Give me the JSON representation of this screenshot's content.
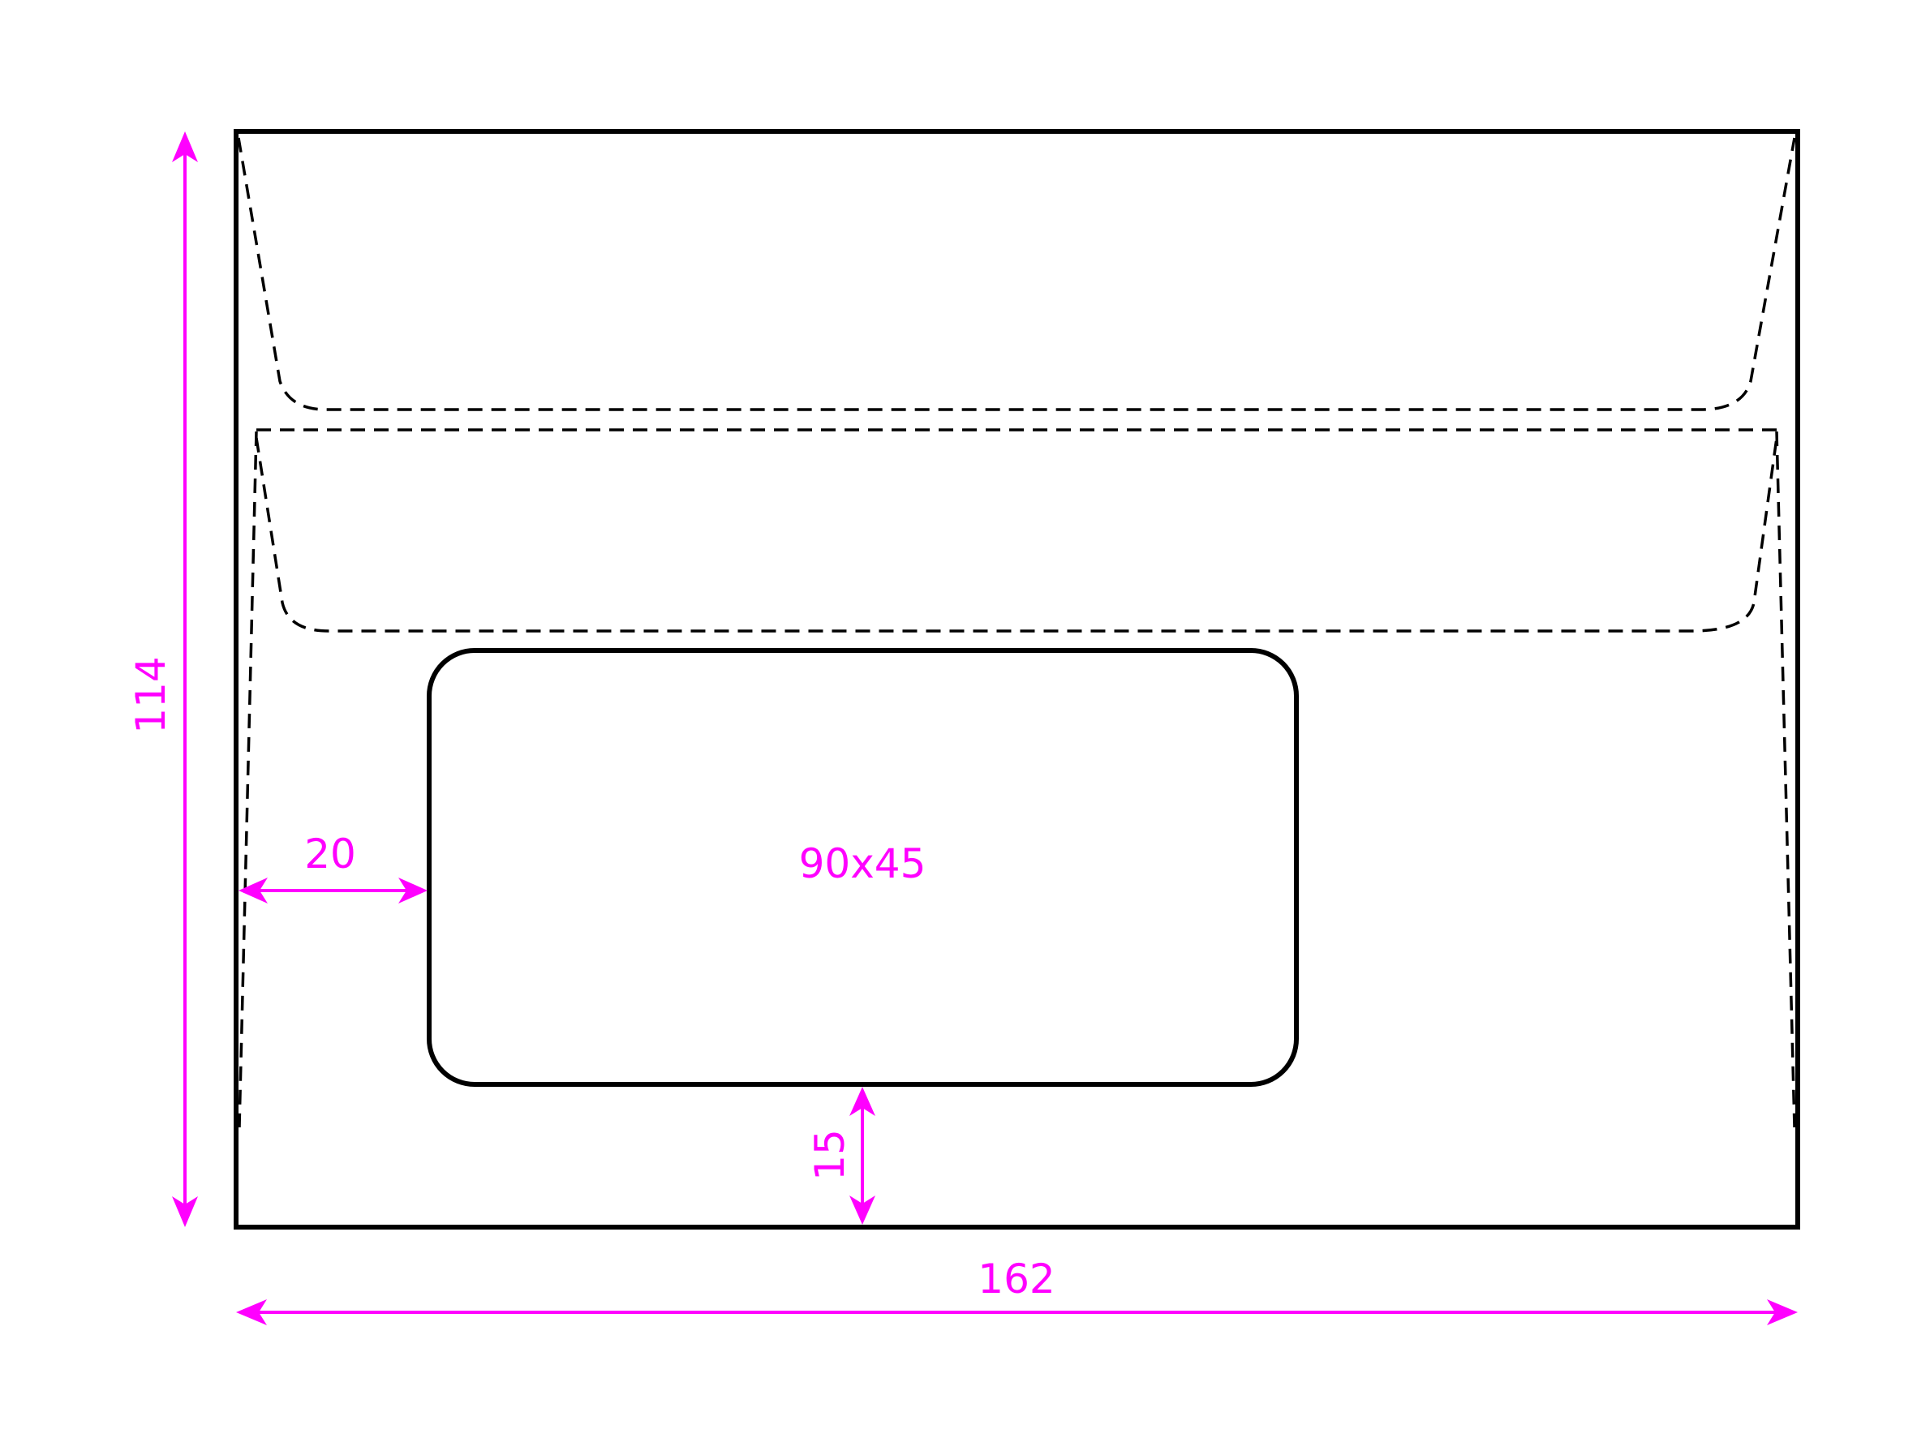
{
  "envelope": {
    "width_mm": "162",
    "height_mm": "114"
  },
  "window": {
    "size_label": "90x45"
  },
  "offsets": {
    "left_mm": "20",
    "bottom_mm": "15"
  },
  "colors": {
    "dimension": "#ff00ff",
    "outline": "#000000",
    "background": "#ffffff"
  }
}
